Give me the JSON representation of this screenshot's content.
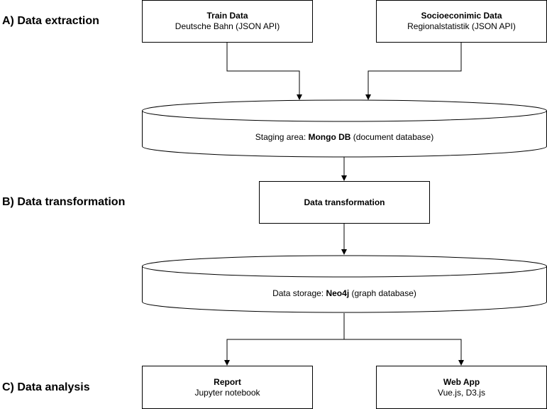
{
  "sections": {
    "a": "A) Data extraction",
    "b": "B) Data transformation",
    "c": "C) Data analysis"
  },
  "sources": {
    "train": {
      "title": "Train Data",
      "subtitle": "Deutsche Bahn (JSON API)"
    },
    "socio": {
      "title": "Socioeconimic Data",
      "subtitle": "Regionalstatistik (JSON API)"
    }
  },
  "staging": {
    "prefix": "Staging area: ",
    "name": "Mongo DB",
    "suffix": " (document database)"
  },
  "transformation": {
    "title": "Data transformation"
  },
  "storage": {
    "prefix": "Data storage: ",
    "name": "Neo4j",
    "suffix": " (graph database)"
  },
  "outputs": {
    "report": {
      "title": "Report",
      "subtitle": "Jupyter notebook"
    },
    "webapp": {
      "title": "Web App",
      "subtitle": "Vue.js, D3.js"
    }
  },
  "colors": {
    "stroke": "#000000",
    "fill": "#ffffff"
  }
}
